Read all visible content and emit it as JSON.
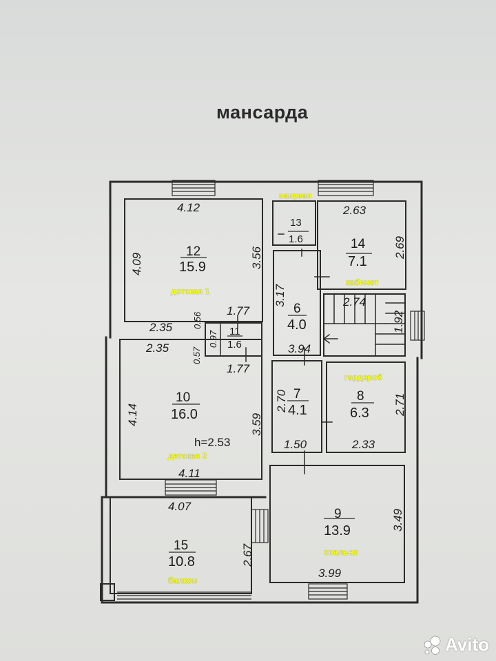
{
  "title": "мансарда",
  "rooms": {
    "r12": {
      "number": "12",
      "area": "15.9",
      "label": "детская 1"
    },
    "r13": {
      "number": "13",
      "area": "1.6",
      "label": "санузел"
    },
    "r14": {
      "number": "14",
      "area": "7.1",
      "label": "кабинет"
    },
    "r6": {
      "number": "6",
      "area": "4.0"
    },
    "r11": {
      "number": "11",
      "area": "1.6"
    },
    "r10": {
      "number": "10",
      "area": "16.0",
      "label": "детская 2",
      "height": "h=2.53"
    },
    "r7": {
      "number": "7",
      "area": "4.1"
    },
    "r8": {
      "number": "8",
      "area": "6.3",
      "label": "гардероб"
    },
    "r9": {
      "number": "9",
      "area": "13.9",
      "label": "спальня"
    },
    "r15": {
      "number": "15",
      "area": "10.8",
      "label": "балкон"
    }
  },
  "dims": {
    "d12_top": "4.12",
    "d12_left": "4.09",
    "d12_right": "3.56",
    "d12_bottom_left": "2.35",
    "d11_top": "1.77",
    "d11_right_small": "0.56",
    "d11_left": "0.97",
    "d11_left2": "0.57",
    "d11_bottom": "1.77",
    "d10_top_left": "2.35",
    "d10_left": "4.14",
    "d10_right": "3.59",
    "d10_bottom": "4.11",
    "d14_top": "2.63",
    "d14_right": "2.69",
    "d6_left": "3.17",
    "d6_bottom": "3.94",
    "stair_top": "2.74",
    "stair_right": "1.92",
    "d7_left": "2.70",
    "d7_bottom": "1.50",
    "d8_right": "2.71",
    "d8_bottom": "2.33",
    "d15_top": "4.07",
    "d15_right": "2.67",
    "d9_right": "3.49",
    "d9_bottom": "3.99"
  },
  "logo": {
    "text": "Avito"
  },
  "colors": {
    "walls": "#2b2b2b",
    "label": "#f7ff17",
    "paper": "#dfe0de"
  }
}
